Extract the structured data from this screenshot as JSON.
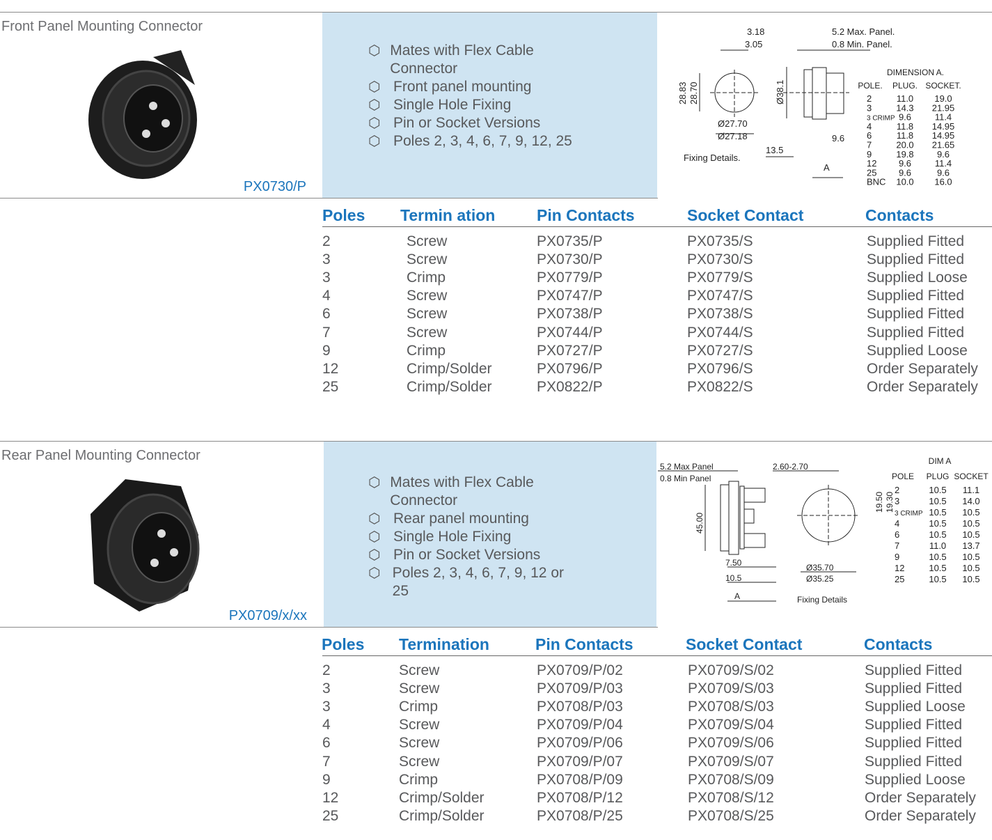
{
  "sections": [
    {
      "title": "Front Panel Mounting Connector",
      "code": "PX0730/P",
      "bullets": [
        "Mates with Flex Cable Connector",
        "Front panel mounting",
        "Single Hole Fixing",
        "Pin or Socket Versions",
        "Poles 2, 3, 4, 6, 7, 9, 12, 25"
      ],
      "headers": [
        "Poles",
        "Termin ation",
        "Pin Contacts",
        "Socket Contact",
        "Contacts"
      ],
      "rows": [
        [
          "2",
          "Screw",
          "PX0735/P",
          "PX0735/S",
          "Supplied Fitted"
        ],
        [
          "3",
          "Screw",
          "PX0730/P",
          "PX0730/S",
          "Supplied Fitted"
        ],
        [
          "3",
          "Crimp",
          "PX0779/P",
          "PX0779/S",
          "Supplied Loose"
        ],
        [
          "4",
          "Screw",
          "PX0747/P",
          "PX0747/S",
          "Supplied Fitted"
        ],
        [
          "6",
          "Screw",
          "PX0738/P",
          "PX0738/S",
          "Supplied Fitted"
        ],
        [
          "7",
          "Screw",
          "PX0744/P",
          "PX0744/S",
          "Supplied Fitted"
        ],
        [
          "9",
          "Crimp",
          "PX0727/P",
          "PX0727/S",
          "Supplied Loose"
        ],
        [
          "12",
          "Crimp/Solder",
          "PX0796/P",
          "PX0796/S",
          "Order Separately"
        ],
        [
          "25",
          "Crimp/Solder",
          "PX0822/P",
          "PX0822/S",
          "Order Separately"
        ]
      ],
      "diagram": {
        "labels": [
          "3.18",
          "3.05",
          "5.2 Max. Panel.",
          "0.8 Min. Panel.",
          "28.83",
          "28.70",
          "Ø38.1",
          "Ø27.70",
          "Ø27.18",
          "9.6",
          "13.5",
          "Fixing Details.",
          "A"
        ],
        "dim_title": "DIMENSION A.",
        "dim_headers": [
          "POLE.",
          "PLUG.",
          "SOCKET."
        ],
        "dim_rows": [
          [
            "2",
            "11.0",
            "19.0"
          ],
          [
            "3",
            "14.3",
            "21.95"
          ],
          [
            "3 CRIMP",
            "9.6",
            "11.4"
          ],
          [
            "4",
            "11.8",
            "14.95"
          ],
          [
            "6",
            "11.8",
            "14.95"
          ],
          [
            "7",
            "20.0",
            "21.65"
          ],
          [
            "9",
            "19.8",
            "9.6"
          ],
          [
            "12",
            "9.6",
            "11.4"
          ],
          [
            "25",
            "9.6",
            "9.6"
          ],
          [
            "BNC",
            "10.0",
            "16.0"
          ]
        ]
      }
    },
    {
      "title": "Rear Panel Mounting Connector",
      "code": "PX0709/x/xx",
      "bullets": [
        "Mates with Flex Cable Connector",
        "Rear panel mounting",
        "Single Hole Fixing",
        "Pin or Socket Versions",
        "Poles 2, 3, 4, 6, 7, 9, 12 or 25"
      ],
      "headers": [
        "Poles",
        "Termination",
        "Pin Contacts",
        "Socket Contact",
        "Contacts"
      ],
      "rows": [
        [
          "2",
          "Screw",
          "PX0709/P/02",
          "PX0709/S/02",
          "Supplied Fitted"
        ],
        [
          "3",
          "Screw",
          "PX0709/P/03",
          "PX0709/S/03",
          "Supplied Fitted"
        ],
        [
          "3",
          "Crimp",
          "PX0708/P/03",
          "PX0708/S/03",
          "Supplied Loose"
        ],
        [
          "4",
          "Screw",
          "PX0709/P/04",
          "PX0709/S/04",
          "Supplied Fitted"
        ],
        [
          "6",
          "Screw",
          "PX0709/P/06",
          "PX0709/S/06",
          "Supplied Fitted"
        ],
        [
          "7",
          "Screw",
          "PX0709/P/07",
          "PX0709/S/07",
          "Supplied Fitted"
        ],
        [
          "9",
          "Crimp",
          "PX0708/P/09",
          "PX0708/S/09",
          "Supplied Loose"
        ],
        [
          "12",
          "Crimp/Solder",
          "PX0708/P/12",
          "PX0708/S/12",
          "Order Separately"
        ],
        [
          "25",
          "Crimp/Solder",
          "PX0708/P/25",
          "PX0708/S/25",
          "Order Separately"
        ]
      ],
      "diagram": {
        "labels": [
          "5.2 Max Panel",
          "0.8 Min Panel",
          "2.60-2.70",
          "45.00",
          "19.50",
          "19.30",
          "7.50",
          "10.5",
          "A",
          "Ø35.70",
          "Ø35.25",
          "Fixing Details"
        ],
        "dim_title": "DIM A",
        "dim_headers": [
          "POLE",
          "PLUG",
          "SOCKET"
        ],
        "dim_rows": [
          [
            "2",
            "10.5",
            "11.1"
          ],
          [
            "3",
            "10.5",
            "14.0"
          ],
          [
            "3 CRIMP",
            "10.5",
            "10.5"
          ],
          [
            "4",
            "10.5",
            "10.5"
          ],
          [
            "6",
            "10.5",
            "10.5"
          ],
          [
            "7",
            "11.0",
            "13.7"
          ],
          [
            "9",
            "10.5",
            "10.5"
          ],
          [
            "12",
            "10.5",
            "10.5"
          ],
          [
            "25",
            "10.5",
            "10.5"
          ]
        ]
      }
    }
  ]
}
